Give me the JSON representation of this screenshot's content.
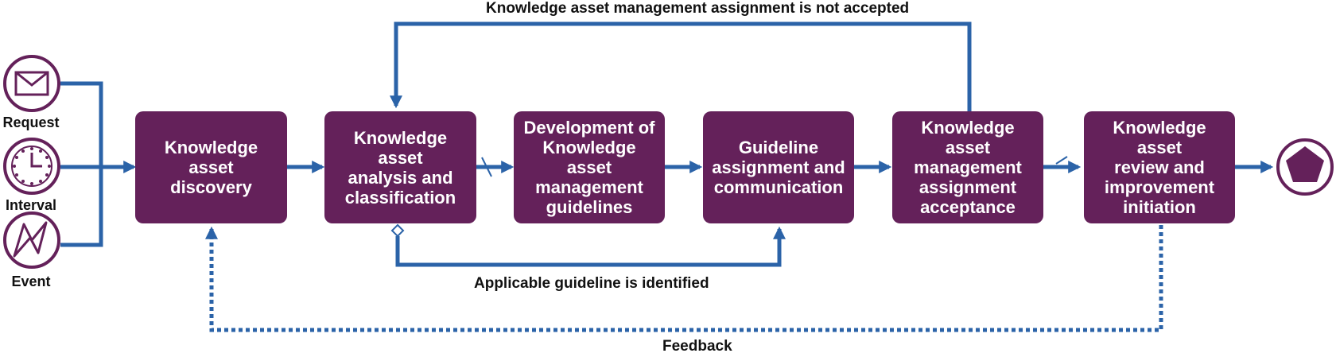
{
  "colors": {
    "box_fill": "#64215a",
    "flow_line": "#2b63a8",
    "event_stroke": "#64215a",
    "end_fill": "#64215a"
  },
  "start_events": {
    "request": {
      "label": "Request",
      "icon": "envelope-icon"
    },
    "interval": {
      "label": "Interval",
      "icon": "clock-icon"
    },
    "event": {
      "label": "Event",
      "icon": "lightning-icon"
    }
  },
  "steps": [
    {
      "label": "Knowledge\nasset\ndiscovery"
    },
    {
      "label": "Knowledge\nasset\nanalysis and\nclassification"
    },
    {
      "label": "Development of\nKnowledge\nasset\nmanagement\nguidelines"
    },
    {
      "label": "Guideline\nassignment and\ncommunication"
    },
    {
      "label": "Knowledge\nasset\nmanagement\nassignment\nacceptance"
    },
    {
      "label": "Knowledge\nasset\nreview and\nimprovement\ninitiation"
    }
  ],
  "flow_labels": {
    "not_accepted": "Knowledge asset management assignment is not accepted",
    "guideline_identified": "Applicable guideline is identified",
    "feedback": "Feedback"
  },
  "end_event": {
    "icon": "pentagon-icon"
  }
}
